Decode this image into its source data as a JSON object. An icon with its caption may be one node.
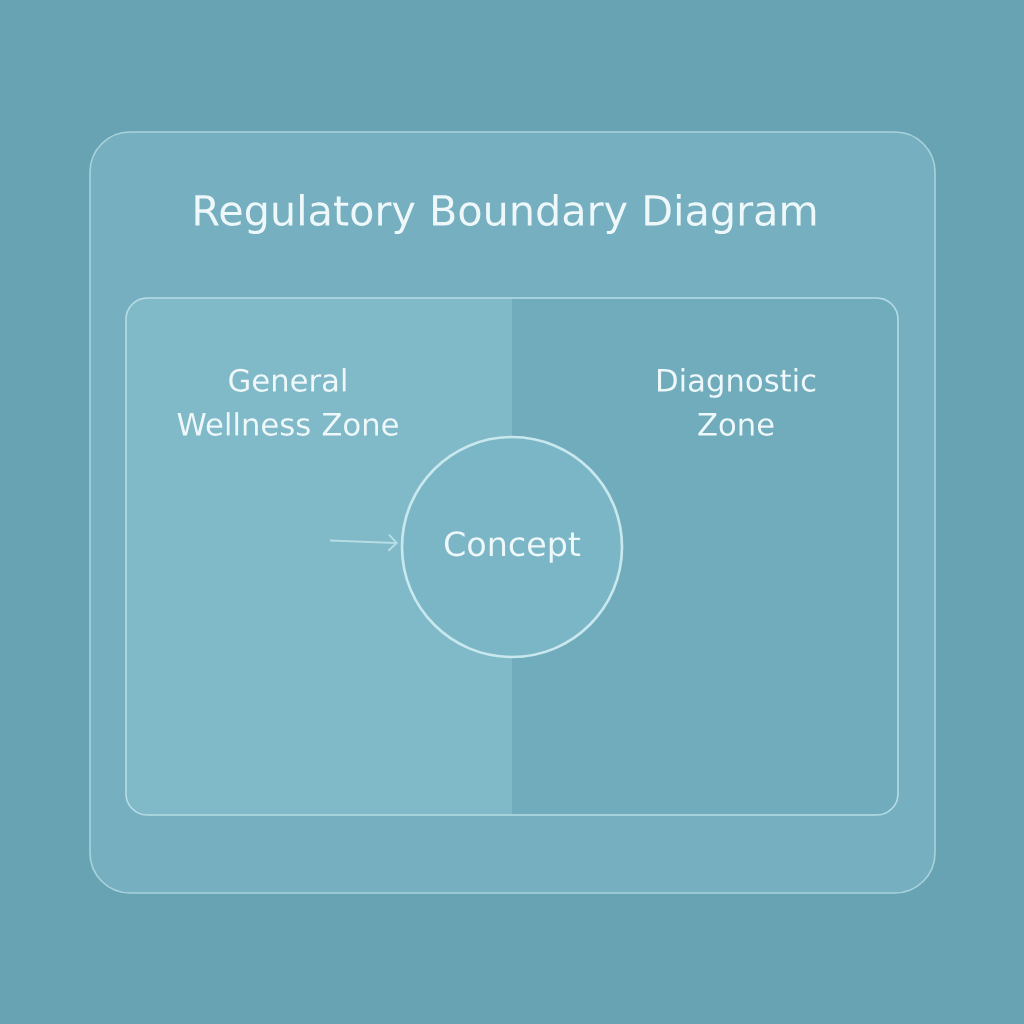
{
  "diagram": {
    "title": "Regulatory Boundary Diagram",
    "nodes": [
      {
        "text": [
          "General Wellness Zone"
        ]
      },
      {
        "text": [
          "Diagnostic Zone"
        ]
      },
      {
        "text": [
          "Concept"
        ]
      }
    ],
    "edges": [
      {
        "from": 0,
        "to": 2,
        "arrow": "to"
      }
    ]
  }
}
